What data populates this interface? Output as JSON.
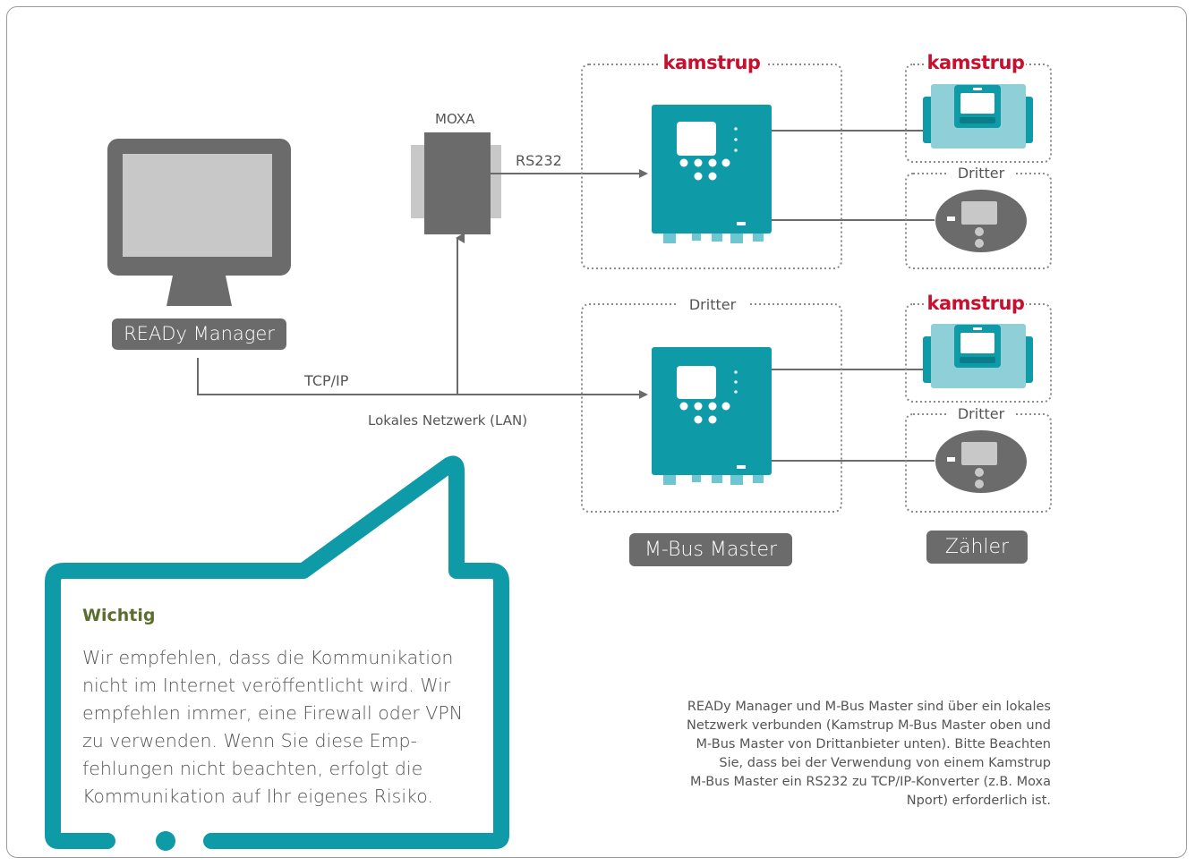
{
  "computer": {
    "label": "READy Manager"
  },
  "moxa": {
    "label": "MOXA"
  },
  "connections": {
    "rs232": "RS232",
    "tcpip": "TCP/IP",
    "lan": "Lokales Netzwerk (LAN)"
  },
  "groups": {
    "master_top_brand": "kamstrup",
    "master_bottom_brand": "Dritter",
    "meter1_brand": "kamstrup",
    "meter2_brand": "Dritter",
    "meter3_brand": "kamstrup",
    "meter4_brand": "Dritter"
  },
  "captions": {
    "master": "M-Bus Master",
    "meter": "Zähler"
  },
  "callout": {
    "title": "Wichtig",
    "body": "Wir empfehlen, dass die Kommunikation nicht im Internet veröffentlicht wird. Wir empfehlen immer, eine Firewall oder VPN zu verwenden. Wenn Sie diese Emp-fehlungen nicht beachten, erfolgt die Kommunikation auf Ihr eigenes Risiko."
  },
  "note": {
    "lines": [
      "READy Manager und M-Bus Master sind über ein lokales",
      "Netzwerk verbunden (Kamstrup M-Bus Master oben und",
      "M-Bus Master von Drittanbieter unten). Bitte Beachten",
      "Sie, dass bei der Verwendung von einem Kamstrup",
      "M-Bus Master ein RS232 zu TCP/IP-Konverter (z.B. Moxa",
      "Nport) erforderlich ist."
    ]
  },
  "colors": {
    "teal": "#0f9aa8",
    "light_teal": "#8fd0d8",
    "gray": "#6b6b6b",
    "brand_red": "#c8102e"
  }
}
